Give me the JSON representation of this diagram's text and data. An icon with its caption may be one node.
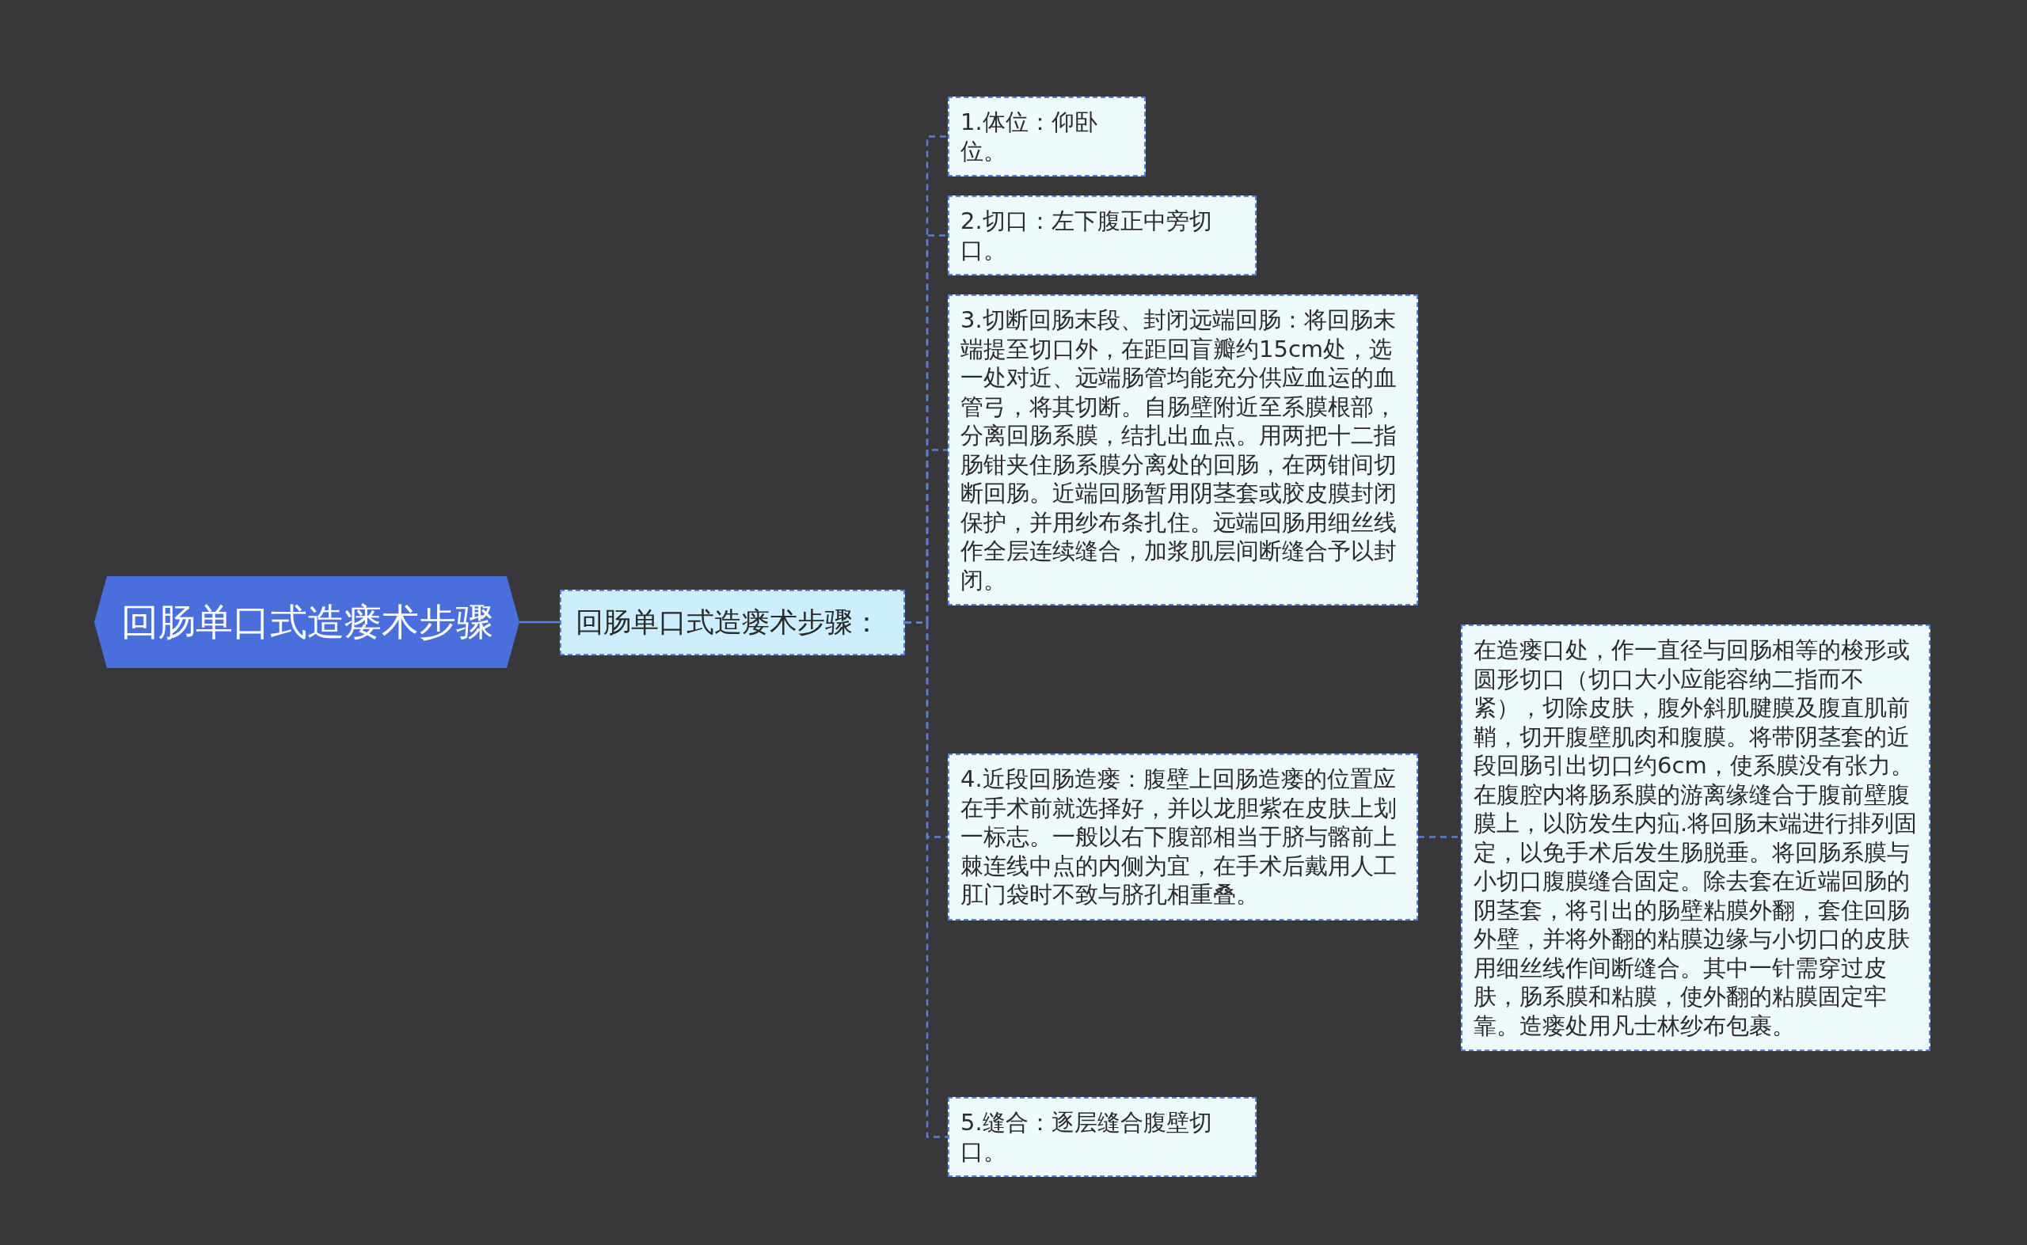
{
  "diagram": {
    "nodes": [
      {
        "text": [
          "回肠单口式造瘘术步骤"
        ]
      },
      {
        "text": [
          "回肠单口式造瘘术步骤："
        ]
      },
      {
        "text": [
          "1.体位：仰卧位。"
        ]
      },
      {
        "text": [
          "2.切口：左下腹正中旁切口。"
        ]
      },
      {
        "text": [
          "3.切断回肠末段、封闭远端回肠：将回肠末端提至切口外，在距回盲瓣约15cm处，选一处对近、远端肠管均能充分供应血运的血管弓，将其切断。自肠壁附近至系膜根部，分离回肠系膜，结扎出血点。用两把十二指肠钳夹住肠系膜分离处的回肠，在两钳间切断回肠。近端回肠暂用阴茎套或胶皮膜封闭保护，并用纱布条扎住。远端回肠用细丝线作全层连续缝合，加浆肌层间断缝合予以封闭。"
        ]
      },
      {
        "text": [
          "4.近段回肠造瘘：腹壁上回肠造瘘的位置应在手术前就选择好，并以龙胆紫在皮肤上划一标志。一般以右下腹部相当于脐与髂前上棘连线中点的内侧为宜，在手术后戴用人工肛门袋时不致与脐孔相重叠。"
        ]
      },
      {
        "text": [
          "5.缝合：逐层缝合腹壁切口。"
        ]
      },
      {
        "text": [
          "在造瘘口处，作一直径与回肠相等的梭形或圆形切口（切口大小应能容纳二指而不紧），切除皮肤，腹外斜肌腱膜及腹直肌前鞘，切开腹壁肌肉和腹膜。将带阴茎套的近段回肠引出切口约6cm，使系膜没有张力。在腹腔内将肠系膜的游离缘缝合于腹前壁腹膜上，以防发生内疝.将回肠末端进行排列固定，以免手术后发生肠脱垂。将回肠系膜与小切口腹膜缝合固定。除去套在近端回肠的阴茎套，将引出的肠壁粘膜外翻，套住回肠外壁，并将外翻的粘膜边缘与小切口的皮肤用细丝线作间断缝合。其中一针需穿过皮肤，肠系膜和粘膜，使外翻的粘膜固定牢靠。造瘘处用凡士林纱布包裹。"
        ]
      }
    ],
    "edges": [
      {
        "from": 0,
        "to": 1,
        "arrow": "none"
      },
      {
        "from": 1,
        "to": 2,
        "arrow": "none",
        "style": "dashed"
      },
      {
        "from": 1,
        "to": 3,
        "arrow": "none",
        "style": "dashed"
      },
      {
        "from": 1,
        "to": 4,
        "arrow": "none",
        "style": "dashed"
      },
      {
        "from": 1,
        "to": 5,
        "arrow": "none",
        "style": "dashed"
      },
      {
        "from": 1,
        "to": 6,
        "arrow": "none",
        "style": "dashed"
      },
      {
        "from": 5,
        "to": 7,
        "arrow": "none",
        "style": "dashed"
      }
    ]
  }
}
